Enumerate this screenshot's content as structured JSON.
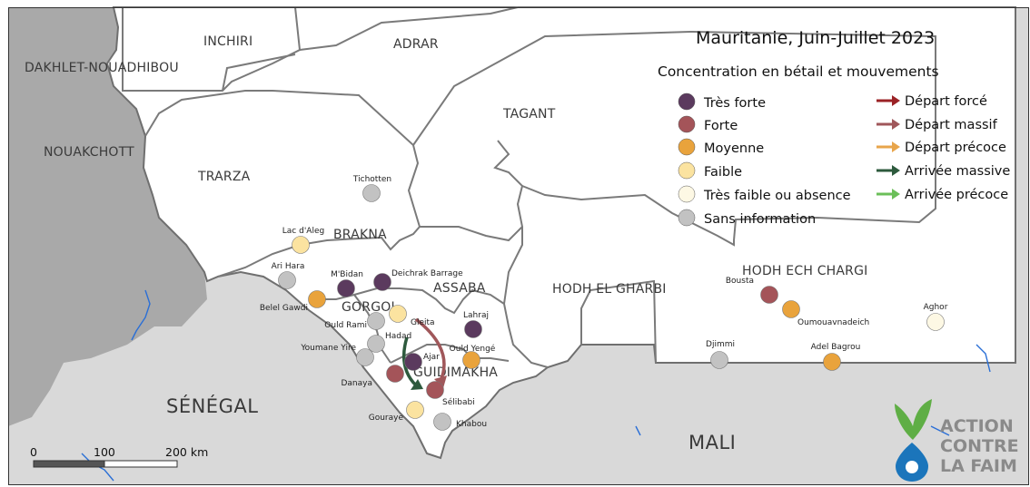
{
  "title": "Mauritanie, Juin-Juillet 2023",
  "subtitle": "Concentration en bétail et mouvements",
  "legend_concentration": [
    {
      "label": "Très forte",
      "color": "#5b3a5e"
    },
    {
      "label": "Forte",
      "color": "#a45459"
    },
    {
      "label": "Moyenne",
      "color": "#e9a33c"
    },
    {
      "label": "Faible",
      "color": "#fbe3a0"
    },
    {
      "label": "Très faible ou absence",
      "color": "#fdf8e4"
    },
    {
      "label": "Sans information",
      "color": "#c2c2c2"
    }
  ],
  "legend_movements": [
    {
      "label": "Départ forcé",
      "color": "#9b2226"
    },
    {
      "label": "Départ massif",
      "color": "#a0575a"
    },
    {
      "label": "Départ précoce",
      "color": "#e8a54b"
    },
    {
      "label": "Arrivée massive",
      "color": "#2d5a3d"
    },
    {
      "label": "Arrivée précoce",
      "color": "#6bbf59"
    }
  ],
  "regions": {
    "dakhlet": "DAKHLET-NOUADHIBOU",
    "inchiri": "INCHIRI",
    "adrar": "ADRAR",
    "nouakchott": "NOUAKCHOTT",
    "tagant": "TAGANT",
    "trarza": "TRARZA",
    "brakna": "BRAKNA",
    "gorgol": "GORGOL",
    "assaba": "ASSABA",
    "guidimakha": "GUIDIMAKHA",
    "hodh_gharbi": "HODH EL GHARBI",
    "hodh_chargi": "HODH ECH CHARGI"
  },
  "countries": {
    "senegal": "SÉNÉGAL",
    "mali": "MALI"
  },
  "points": [
    {
      "name": "Tichotten",
      "level": "Sans information"
    },
    {
      "name": "Lac d'Aleg",
      "level": "Faible"
    },
    {
      "name": "Ari Hara",
      "level": "Sans information"
    },
    {
      "name": "M'Bidan",
      "level": "Très forte"
    },
    {
      "name": "Deichrak Barrage",
      "level": "Très forte"
    },
    {
      "name": "Belel Gawdi",
      "level": "Moyenne"
    },
    {
      "name": "Gleita",
      "level": "Faible"
    },
    {
      "name": "Ould Rami",
      "level": "Sans information"
    },
    {
      "name": "Hadad",
      "level": "Sans information"
    },
    {
      "name": "Youmane Yire",
      "level": "Sans information"
    },
    {
      "name": "Ajar",
      "level": "Très forte"
    },
    {
      "name": "Danaya",
      "level": "Forte"
    },
    {
      "name": "Lahraj",
      "level": "Très forte"
    },
    {
      "name": "Ould Yengé",
      "level": "Moyenne"
    },
    {
      "name": "Sélibabi",
      "level": "Forte"
    },
    {
      "name": "Gouraye",
      "level": "Faible"
    },
    {
      "name": "Khabou",
      "level": "Sans information"
    },
    {
      "name": "Bousta",
      "level": "Forte"
    },
    {
      "name": "Oumouavnadeich",
      "level": "Moyenne"
    },
    {
      "name": "Aghor",
      "level": "Très faible ou absence"
    },
    {
      "name": "Djimmi",
      "level": "Sans information"
    },
    {
      "name": "Adel Bagrou",
      "level": "Moyenne"
    }
  ],
  "movements": [
    {
      "type": "Départ massif",
      "from": "Gleita",
      "to": "Sélibabi"
    },
    {
      "type": "Arrivée massive",
      "from": "Hadad",
      "to": "Sélibabi"
    }
  ],
  "scale": {
    "labels": [
      "0",
      "100",
      "200 km"
    ]
  },
  "logo": {
    "line1": "ACTION",
    "line2": "CONTRE",
    "line3": "LA FAIM"
  },
  "colors": {
    "land_mauritania": "#ffffff",
    "land_neighbors": "#d9d9d9",
    "ocean": "#a9a9a9",
    "borders": "#7a7a7a",
    "river": "#2a6fd6"
  }
}
